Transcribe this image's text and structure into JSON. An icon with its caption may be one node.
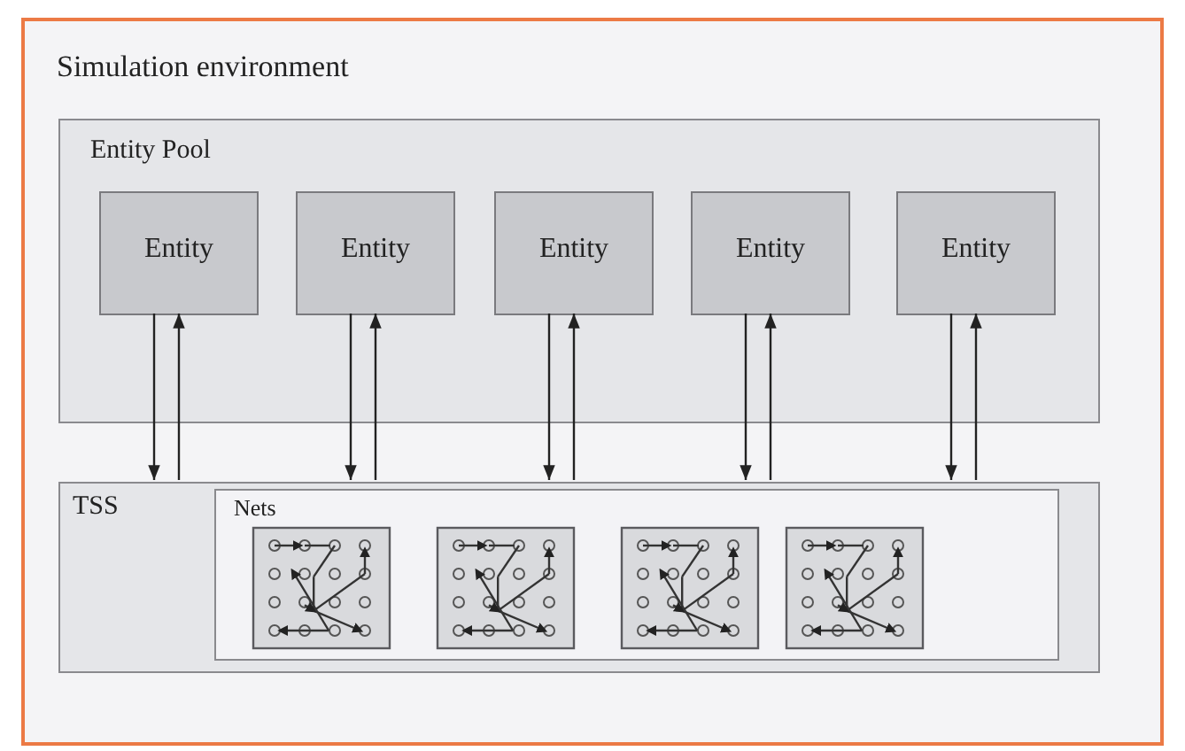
{
  "diagram": {
    "nodes": [
      {
        "text": [
          "Simulation environment"
        ]
      },
      {
        "text": [
          "Entity Pool"
        ],
        "in": 0
      },
      {
        "text": [
          "Entity"
        ],
        "in": 1
      },
      {
        "text": [
          "Entity"
        ],
        "in": 1
      },
      {
        "text": [
          "Entity"
        ],
        "in": 1
      },
      {
        "text": [
          "Entity"
        ],
        "in": 1
      },
      {
        "text": [
          "Entity"
        ],
        "in": 1
      },
      {
        "text": [
          "TSS"
        ],
        "in": 0
      },
      {
        "text": [
          "Nets"
        ],
        "in": 7
      }
    ],
    "edges": [
      {
        "from": 2,
        "to": 7,
        "arrow": "to"
      },
      {
        "from": 7,
        "to": 2,
        "arrow": "to"
      },
      {
        "from": 3,
        "to": 7,
        "arrow": "to"
      },
      {
        "from": 7,
        "to": 3,
        "arrow": "to"
      },
      {
        "from": 4,
        "to": 7,
        "arrow": "to"
      },
      {
        "from": 7,
        "to": 4,
        "arrow": "to"
      },
      {
        "from": 5,
        "to": 7,
        "arrow": "to"
      },
      {
        "from": 7,
        "to": 5,
        "arrow": "to"
      },
      {
        "from": 6,
        "to": 7,
        "arrow": "to"
      },
      {
        "from": 7,
        "to": 6,
        "arrow": "to"
      }
    ]
  }
}
